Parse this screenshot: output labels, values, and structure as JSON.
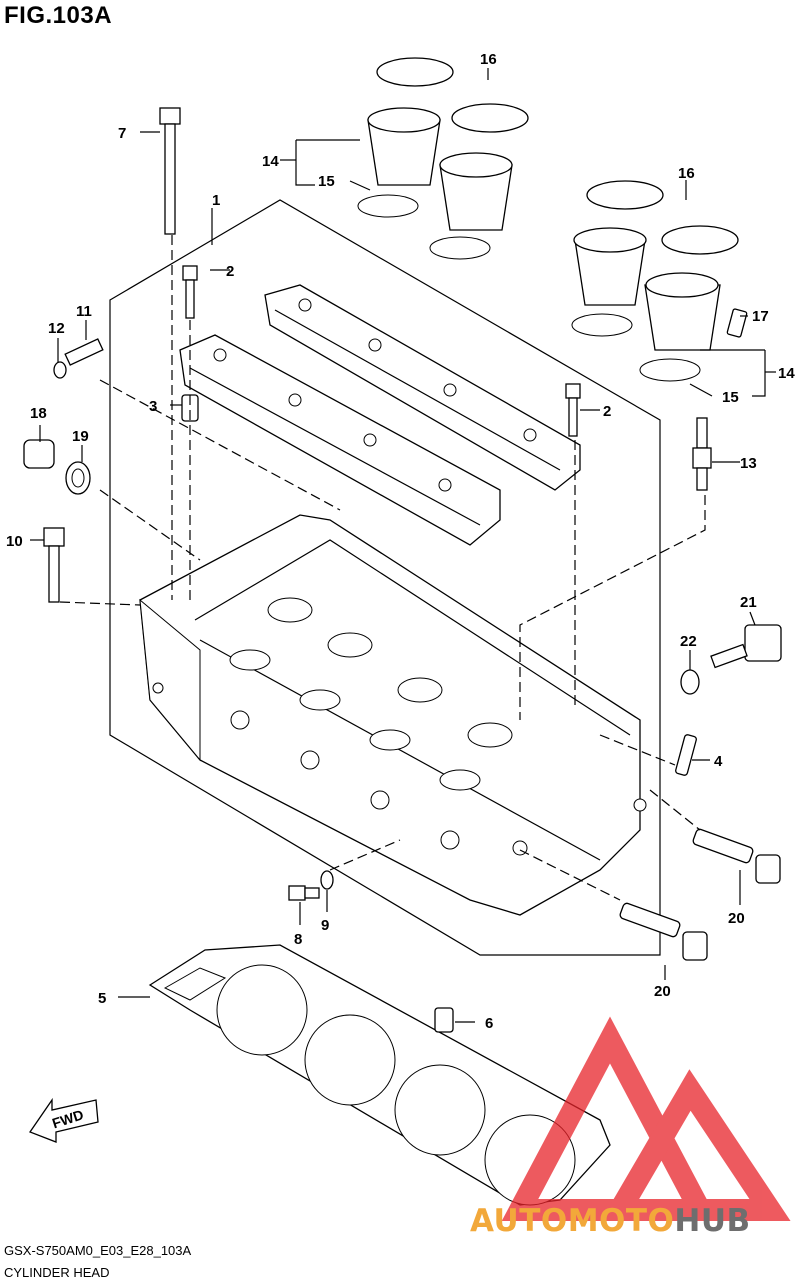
{
  "figure": {
    "title": "FIG.103A",
    "code": "GSX-S750AM0_E03_E28_103A",
    "name": "CYLINDER HEAD"
  },
  "direction_badge": "FWD",
  "watermark": {
    "part_a": "AUTOMOTO",
    "part_b": "HUB",
    "color_a": "#f2a83a",
    "color_b": "#6e6e6e",
    "logo_color": "#e8232a"
  },
  "callouts": {
    "c1": "1",
    "c2a": "2",
    "c2b": "2",
    "c3": "3",
    "c4": "4",
    "c5": "5",
    "c6": "6",
    "c7": "7",
    "c8": "8",
    "c9": "9",
    "c10": "10",
    "c11": "11",
    "c12": "12",
    "c13": "13",
    "c14a": "14",
    "c14b": "14",
    "c15a": "15",
    "c15b": "15",
    "c16a": "16",
    "c16b": "16",
    "c17": "17",
    "c18": "18",
    "c19": "19",
    "c20a": "20",
    "c20b": "20",
    "c21": "21",
    "c22": "22"
  }
}
